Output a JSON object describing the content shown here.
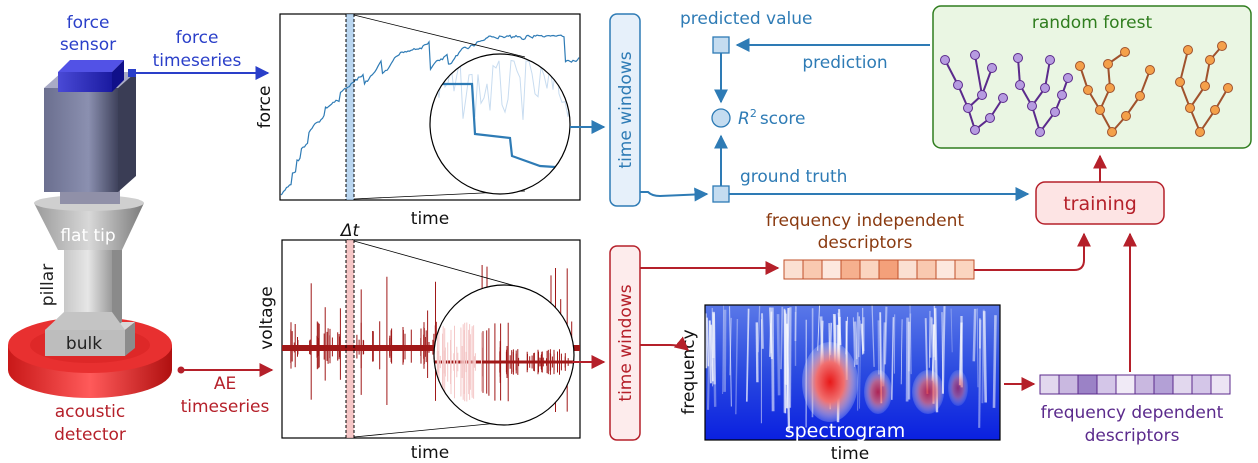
{
  "labels": {
    "force_sensor_line1": "force",
    "force_sensor_line2": "sensor",
    "force_timeseries_line1": "force",
    "force_timeseries_line2": "timeseries",
    "flat_tip": "flat tip",
    "pillar": "pillar",
    "bulk": "bulk",
    "acoustic_line1": "acoustic",
    "acoustic_line2": "detector",
    "ae_line1": "AE",
    "ae_line2": "timeseries",
    "force_ylabel": "force",
    "force_xlabel": "time",
    "voltage_ylabel": "voltage",
    "voltage_xlabel": "time",
    "delta_t": "Δt",
    "time_windows_top": "time windows",
    "time_windows_bottom": "time windows",
    "predicted_value": "predicted value",
    "r2_score": "score",
    "r2_symbol": "R",
    "r2_sup": "2",
    "ground_truth": "ground truth",
    "prediction": "prediction",
    "random_forest": "random forest",
    "training": "training",
    "freq_indep_line1": "frequency independent",
    "freq_indep_line2": "descriptors",
    "spectrogram": "spectrogram",
    "frequency_ylabel": "frequency",
    "spectrogram_xlabel": "time",
    "freq_dep_line1": "frequency dependent",
    "freq_dep_line2": "descriptors"
  },
  "colors": {
    "blue": "#2e7bb5",
    "dark_blue_label": "#2a3fc9",
    "red": "#b5202a",
    "brown": "#8a3a10",
    "green": "#2f7d1e",
    "purple": "#5b2a8c",
    "orange": "#e67e22"
  }
}
